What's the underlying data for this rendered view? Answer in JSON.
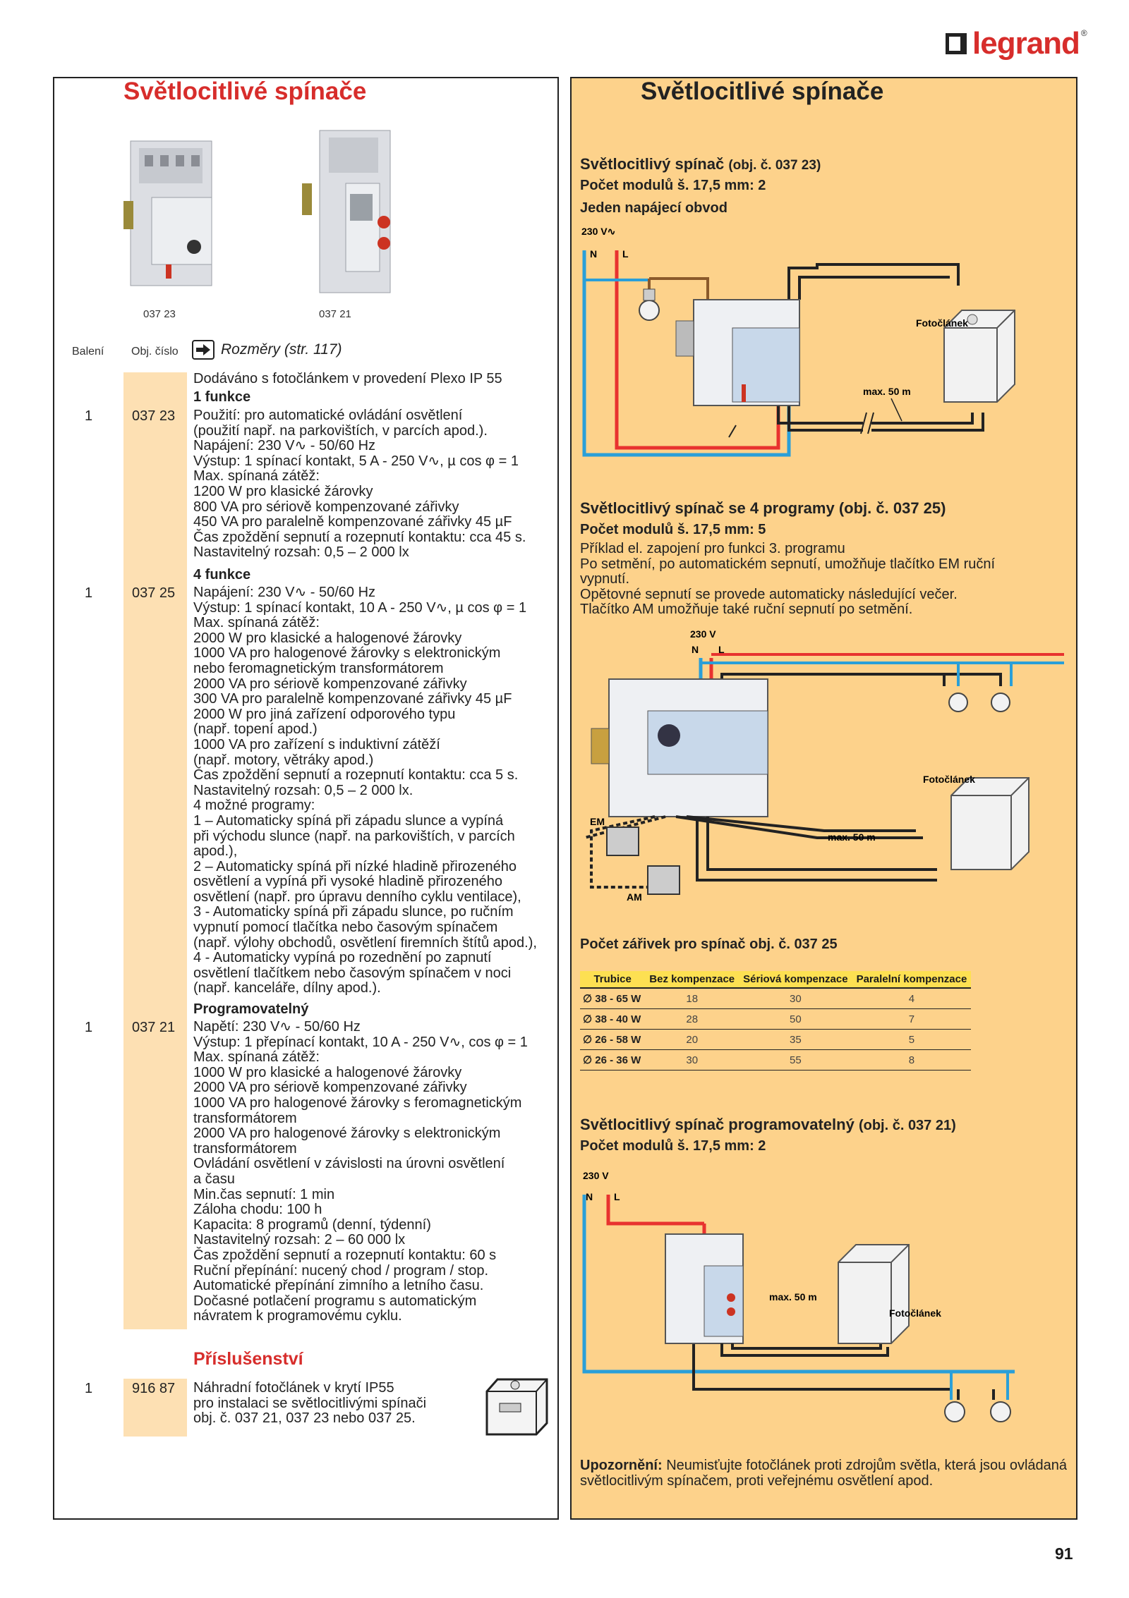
{
  "brand": {
    "name": "legrand"
  },
  "left": {
    "title": "Světlocitlivé spínače",
    "photo_captions": [
      "037 23",
      "037 21"
    ],
    "table_header": {
      "baleni": "Balení",
      "obj": "Obj. číslo",
      "rozmery": "Rozměry (str. 117)"
    },
    "intro": "Dodáváno s fotočlánkem v provedení Plexo IP 55",
    "products": [
      {
        "qty": "1",
        "code": "037 23",
        "heading": "1 funkce",
        "text": "Použití: pro automatické ovládání osvětlení\n(použití např. na parkovištích, v parcích apod.).\nNapájení: 230 V∿ - 50/60 Hz\nVýstup: 1 spínací kontakt, 5 A - 250 V∿, µ cos φ = 1\nMax. spínaná zátěž:\n1200 W pro klasické žárovky\n800 VA pro sériově kompenzované zářivky\n450 VA pro paralelně kompenzované zářivky 45 µF\nČas zpoždění sepnutí a rozepnutí kontaktu: cca 45 s.\nNastavitelný rozsah: 0,5 – 2 000 lx"
      },
      {
        "qty": "1",
        "code": "037 25",
        "heading": "4 funkce",
        "text": "Napájení: 230 V∿ - 50/60 Hz\nVýstup: 1 spínací kontakt, 10 A - 250 V∿, µ cos φ = 1\nMax. spínaná zátěž:\n2000 W pro klasické a halogenové žárovky\n1000 VA pro halogenové žárovky s elektronickým\nnebo feromagnetickým transformátorem\n2000 VA pro sériově kompenzované zářivky\n300 VA pro paralelně kompenzované zářivky 45 µF\n2000 W pro jiná zařízení odporového typu\n(např. topení apod.)\n1000 VA pro zařízení s induktivní zátěží\n(např. motory, větráky apod.)\nČas zpoždění sepnutí a rozepnutí kontaktu: cca 5 s.\nNastavitelný rozsah: 0,5 – 2 000 lx.\n4 možné programy:\n1 – Automaticky spíná při západu slunce a vypíná\npři východu slunce (např. na parkovištích, v parcích\napod.),\n2 – Automaticky spíná při nízké hladině přirozeného\nosvětlení a vypíná při vysoké hladině přirozeného\nosvětlení (např. pro úpravu denního cyklu ventilace),\n3 - Automaticky spíná při západu slunce, po ručním\nvypnutí pomocí tlačítka nebo časovým spínačem\n(např. výlohy obchodů, osvětlení firemních štítů apod.),\n4 - Automaticky vypíná po rozednění po zapnutí\nosvětlení tlačítkem nebo časovým spínačem v noci\n(např. kanceláře, dílny apod.)."
      },
      {
        "qty": "1",
        "code": "037 21",
        "heading": "Programovatelný",
        "text": "Napětí: 230 V∿ - 50/60 Hz\nVýstup: 1 přepínací kontakt, 10 A - 250 V∿, cos φ = 1\nMax. spínaná zátěž:\n1000 W pro klasické a halogenové žárovky\n2000 VA pro sériově kompenzované zářivky\n1000 VA pro halogenové žárovky s feromagnetickým\ntransformátorem\n2000 VA pro halogenové žárovky s elektronickým\ntransformátorem\nOvládání osvětlení v závislosti na úrovni osvětlení\na času\nMin.čas sepnutí: 1 min\nZáloha chodu: 100 h\nKapacita: 8 programů (denní, týdenní)\nNastavitelný rozsah: 2 – 60 000 lx\nČas zpoždění sepnutí a rozepnutí kontaktu: 60 s\nRuční přepínání: nucený chod / program / stop.\nAutomatické přepínání zimního a letního času.\nDočasné potlačení programu s automatickým\nnávratem k programovému cyklu."
      }
    ],
    "accessories_title": "Příslušenství",
    "accessory": {
      "qty": "1",
      "code": "916 87",
      "text": "Náhradní fotočlánek v krytí IP55\npro instalaci se světlocitlivými spínači\nobj. č. 037 21, 037 23 nebo 037 25."
    }
  },
  "right": {
    "title": "Světlocitlivé spínače",
    "s1": {
      "title": "Světlocitlivý spínač",
      "title_suffix": "(obj. č.  037 23)",
      "modules": "Počet modulů š. 17,5 mm: 2",
      "circuit": "Jeden napájecí obvod",
      "voltage": "230 V∿",
      "n": "N",
      "l": "L",
      "photocell": "Fotočlánek",
      "max": "max. 50 m"
    },
    "s2": {
      "title": "Světlocitlivý spínač se 4 programy",
      "title_suffix": "(obj. č. 037 25)",
      "modules": "Počet modulů š. 17,5 mm: 5",
      "text": "Příklad el. zapojení pro funkci 3. programu\nPo setmění, po automatickém sepnutí, umožňuje tlačítko EM ruční\nvypnutí.\nOpětovné sepnutí se provede automaticky následující večer.\nTlačítko AM umožňuje také ruční sepnutí po setmění.",
      "voltage": "230 V",
      "n": "N",
      "l": "L",
      "photocell": "Fotočlánek",
      "max": "max. 50 m",
      "em": "EM",
      "am": "AM"
    },
    "table": {
      "title": "Počet zářivek pro spínač obj. č. 037 25",
      "headers": [
        "Trubice",
        "Bez kompenzace",
        "Sériová kompenzace",
        "Paralelní kompenzace"
      ],
      "rows": [
        [
          "∅ 38 - 65 W",
          "18",
          "30",
          "4"
        ],
        [
          "∅ 38 - 40 W",
          "28",
          "50",
          "7"
        ],
        [
          "∅ 26 - 58 W",
          "20",
          "35",
          "5"
        ],
        [
          "∅ 26 - 36 W",
          "30",
          "55",
          "8"
        ]
      ]
    },
    "s3": {
      "title": "Světlocitlivý spínač programovatelný",
      "title_suffix": "(obj. č. 037 21)",
      "modules": "Počet modulů š. 17,5 mm: 2",
      "voltage": "230 V",
      "n": "N",
      "l": "L",
      "photocell": "Fotočlánek",
      "max": "max. 50 m"
    },
    "warning_label": "Upozornění:",
    "warning_text": " Neumisťujte fotočlánek proti zdrojům světla, která jsou ovládaná světlocitlivým spínačem, proti veřejnému osvětlení apod."
  },
  "page_number": "91",
  "colors": {
    "accent": "#d72d2b",
    "panel_bg": "#fdd28b",
    "col_bg": "#fde0b3",
    "wire_red": "#e8322f",
    "wire_blue": "#2a9fd8",
    "wire_brown": "#8b5a2b",
    "table_head": "#fde052"
  }
}
